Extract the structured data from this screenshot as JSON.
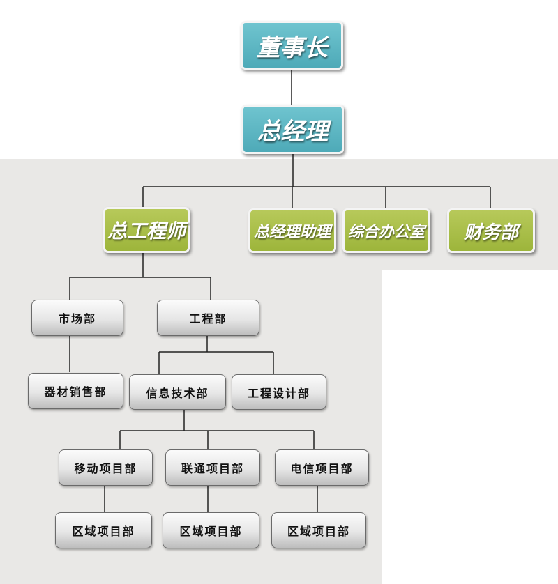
{
  "nodes": {
    "chairman": "董事长",
    "general_manager": "总经理",
    "chief_engineer": "总工程师",
    "gm_assistant": "总经理助理",
    "general_office": "综合办公室",
    "finance_dept": "财务部",
    "marketing_dept": "市场部",
    "engineering_dept": "工程部",
    "equipment_sales_dept": "器材销售部",
    "it_dept": "信息技术部",
    "engineering_design_dept": "工程设计部",
    "mobile_project_dept": "移动项目部",
    "unicom_project_dept": "联通项目部",
    "telecom_project_dept": "电信项目部",
    "regional_project_dept_1": "区域项目部",
    "regional_project_dept_2": "区域项目部",
    "regional_project_dept_3": "区域项目部"
  },
  "colors": {
    "top_level": "#5bb5c2",
    "second_level": "#a6bd45",
    "department": "#e0e0e0",
    "connector": "#222222"
  }
}
